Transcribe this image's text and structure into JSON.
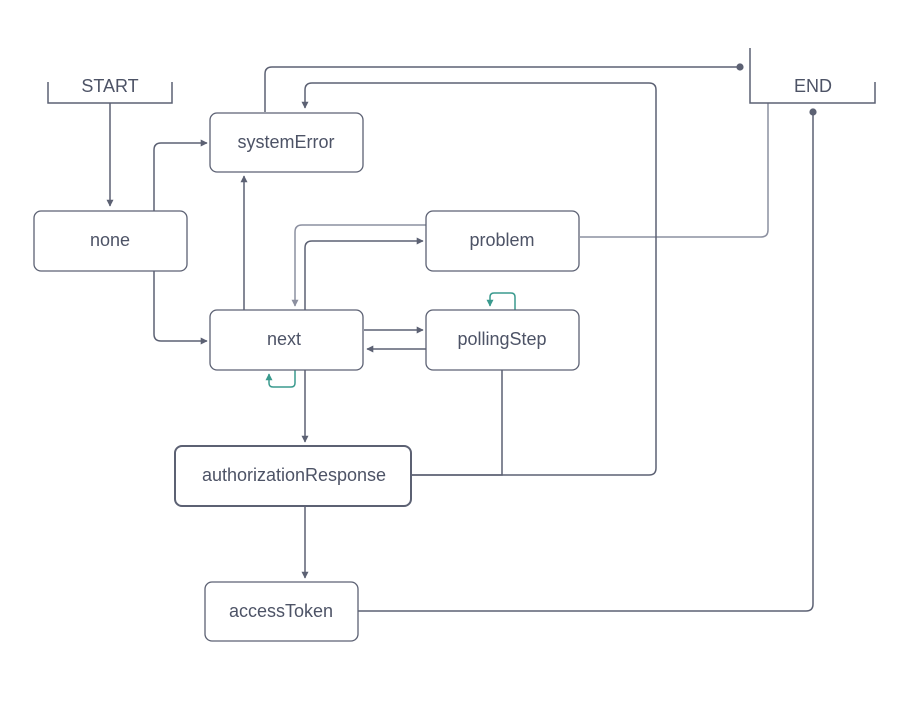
{
  "terminals": {
    "start": "START",
    "end": "END"
  },
  "nodes": {
    "none": "none",
    "systemError": "systemError",
    "problem": "problem",
    "next": "next",
    "pollingStep": "pollingStep",
    "authorizationResponse": "authorizationResponse",
    "accessToken": "accessToken"
  },
  "colors": {
    "stroke": "#5c6173",
    "stroke_light": "#8c90a0",
    "loop": "#3a9a8e",
    "text": "#4d5366"
  }
}
